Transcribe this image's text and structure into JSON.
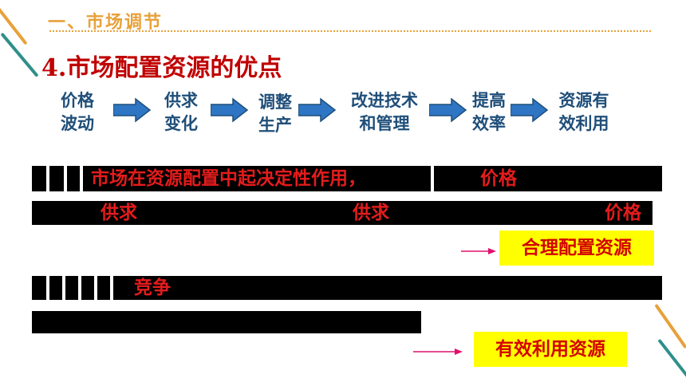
{
  "header": {
    "section_title": "一、市场调节",
    "slide_title": "4.市场配置资源的优点"
  },
  "flow": {
    "steps": [
      "价格\n波动",
      "供求\n变化",
      "调整\n生产",
      "改进技术\n和管理",
      "提高\n效率",
      "资源有\n效利用"
    ]
  },
  "text_rows": {
    "row1_part1": "市场在资源配置中起决定性作用，",
    "row1_part2": "价格",
    "row2_part1": "供求",
    "row2_part2": "供求",
    "row2_part3": "价格",
    "row4_part1": "竞争"
  },
  "results": {
    "first": "合理配置资源",
    "second": "有效利用资源"
  },
  "colors": {
    "accent_orange": "#e8a13a",
    "title_red": "#c00000",
    "flow_blue": "#1f4e79",
    "arrow_blue": "#2e75c4",
    "highlight_red": "#e41c1c",
    "box_yellow": "#ffff00",
    "stripe_teal": "#2f8f8a"
  }
}
